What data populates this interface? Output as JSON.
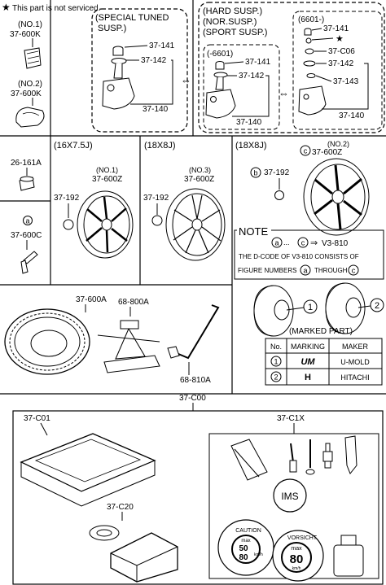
{
  "note_star": "This part is not serviced.",
  "tl": {
    "no1": "(NO.1)",
    "p1": "37-600K",
    "no2": "(NO.2)",
    "p2": "37-600K"
  },
  "tuned": {
    "title1": "(SPECIAL TUNED",
    "title2": "SUSP.)",
    "p141": "37-141",
    "p142": "37-142",
    "p140": "37-140"
  },
  "hard": {
    "title1": "(HARD SUSP.)",
    "title2": "(NOR.SUSP.)",
    "title3": "(SPORT SUSP.)",
    "sub": "(-6601)",
    "p141": "37-141",
    "p142": "37-142",
    "p140": "37-140"
  },
  "late": {
    "title": "(6601-)",
    "p141": "37-141",
    "pc06": "37-C06",
    "p142": "37-142",
    "p143": "37-143",
    "p140": "37-140"
  },
  "lug": {
    "nut": "26-161A",
    "a_mark": "a",
    "valve": "37-600C"
  },
  "w16": {
    "size": "(16X7.5J)",
    "no": "(NO.1)",
    "part": "37-600Z",
    "cap": "37-192"
  },
  "w18a": {
    "size": "(18X8J)",
    "no": "(NO.3)",
    "part": "37-600Z",
    "cap": "37-192"
  },
  "w18b": {
    "size": "(18X8J)",
    "c_mark": "c",
    "no": "(NO.2)",
    "part": "37-600Z",
    "b_mark": "b",
    "cap": "37-192"
  },
  "note": {
    "title": "NOTE",
    "code_from": "a",
    "ellipsis": "...",
    "code_to": "c",
    "arrow": "⇒",
    "code_range": "V3-810",
    "line2": "THE D-CODE OF V3-810 CONSISTS OF",
    "line3a": "FIGURE NUMBERS",
    "line3_mark1": "a",
    "line3b": "THROUGH",
    "line3_mark2": "c"
  },
  "marked": {
    "caption": "(MARKED PART)",
    "callout1": "1",
    "callout2": "2"
  },
  "table": {
    "headers": [
      "No.",
      "MARKING",
      "MAKER"
    ],
    "rows": [
      {
        "no": "1",
        "marking": "UM",
        "maker": "U-MOLD"
      },
      {
        "no": "2",
        "marking": "H",
        "maker": "HITACHI"
      }
    ]
  },
  "tools": {
    "tire": "37-600A",
    "jack": "68-800A",
    "handle": "68-810A"
  },
  "kit": {
    "title": "37-C00",
    "case": "37-C01",
    "set": "37-C1X",
    "comp": "37-C20",
    "ims": "IMS"
  },
  "labels": {
    "caution": "CAUTION",
    "max": "max",
    "speed1": "50",
    "speed2": "80",
    "unit": "km/h",
    "vorsicht": "VORSICHT",
    "max2": "max",
    "speed3": "80",
    "unit2": "km/h"
  }
}
